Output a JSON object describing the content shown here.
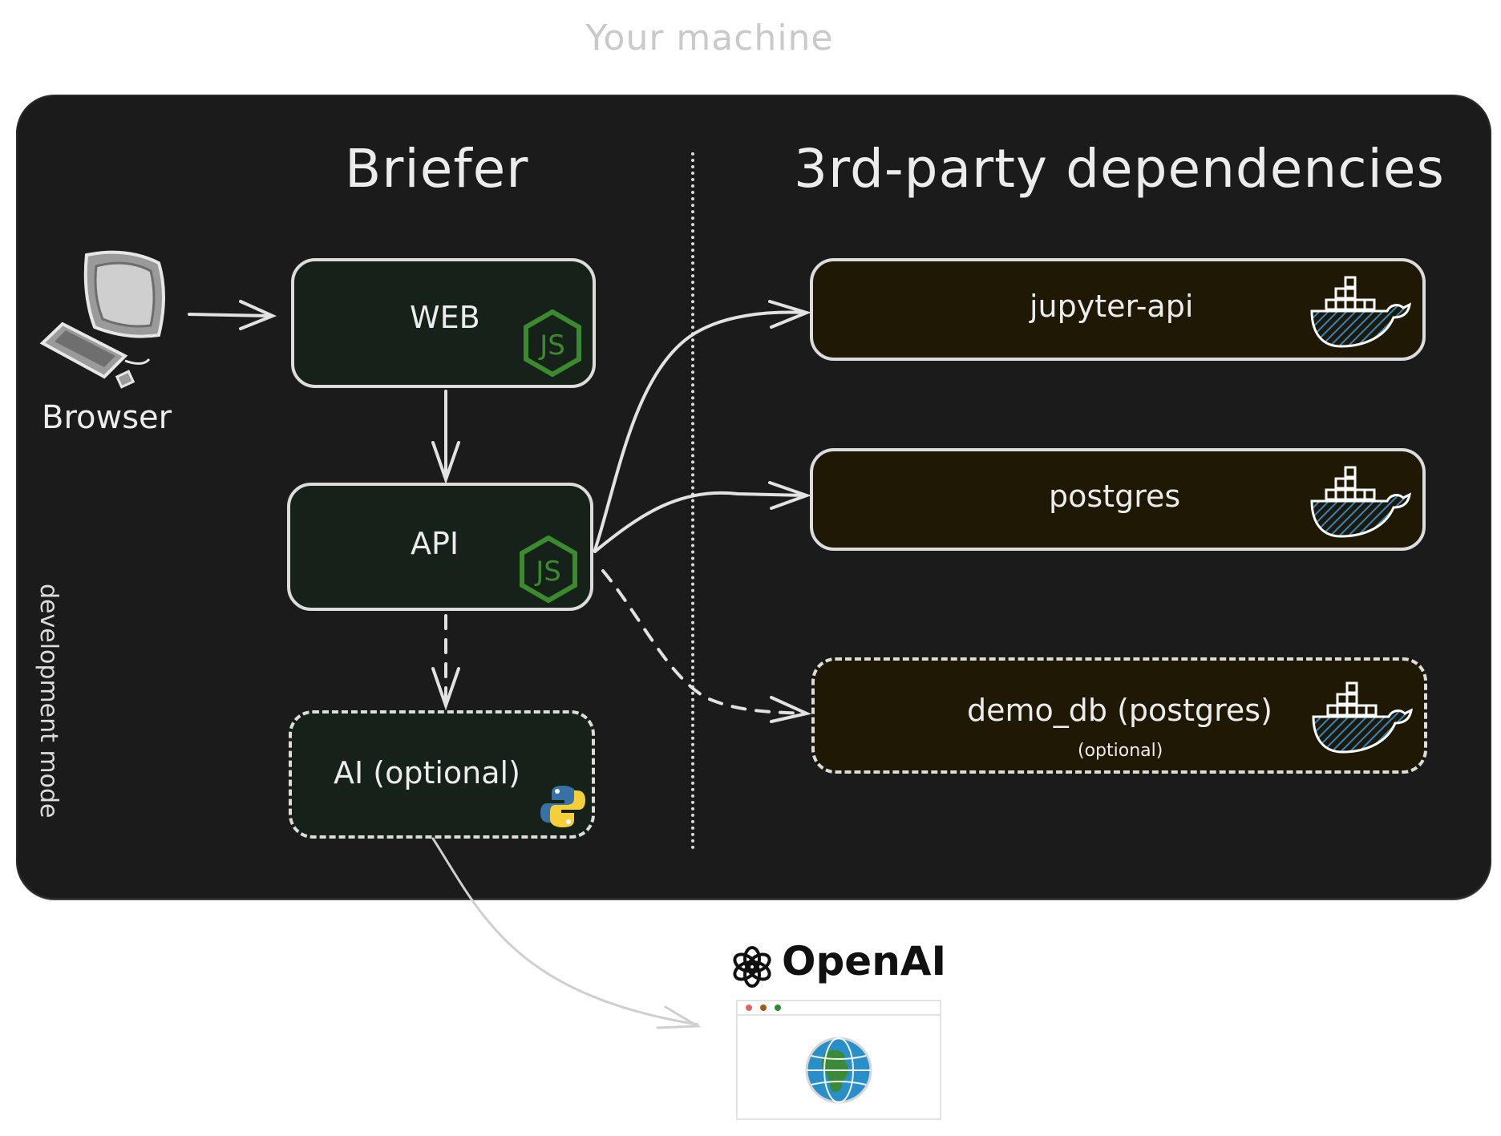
{
  "title": "Your machine",
  "headings": {
    "briefer": "Briefer",
    "deps": "3rd-party dependencies"
  },
  "side_label": "development mode",
  "browser": {
    "label": "Browser",
    "icon": "computer-icon"
  },
  "briefer_nodes": [
    {
      "label": "WEB",
      "icon": "nodejs-icon",
      "style": "solid"
    },
    {
      "label": "API",
      "icon": "nodejs-icon",
      "style": "solid"
    },
    {
      "label": "AI (optional)",
      "icon": "python-icon",
      "style": "dashed"
    }
  ],
  "dependencies": [
    {
      "label": "jupyter-api",
      "icon": "docker-icon",
      "style": "solid"
    },
    {
      "label": "postgres",
      "icon": "docker-icon",
      "style": "solid"
    },
    {
      "label": "demo_db (postgres)",
      "note": "(optional)",
      "icon": "docker-icon",
      "style": "dashed"
    }
  ],
  "external": {
    "label": "OpenAI",
    "icon": "openai-icon",
    "window_icon": "globe-icon"
  },
  "colors": {
    "panel": "#1b1b1b",
    "stroke": "#dcdcdc",
    "briefer_fill": "#162219",
    "deps_fill": "#1f1805",
    "nodejs": "#3c8a2e",
    "docker_blue": "#2f86c6"
  }
}
